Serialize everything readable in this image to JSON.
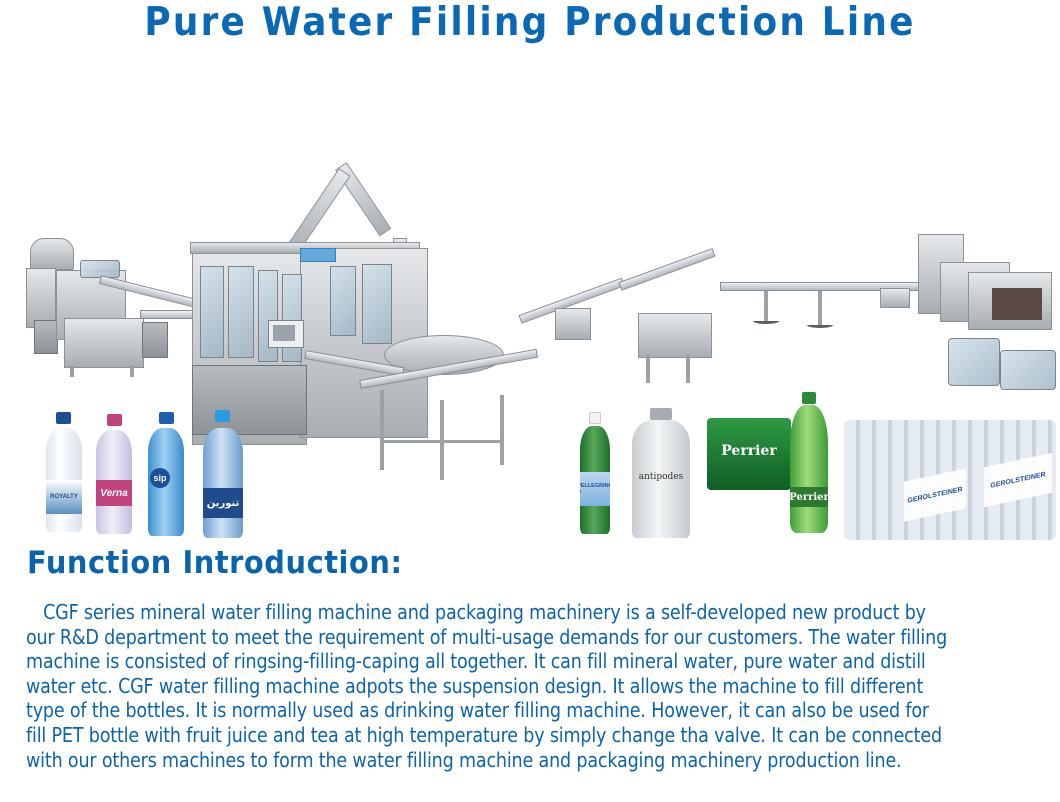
{
  "header": {
    "title": "Pure Water Filling Production Line"
  },
  "hero_image": {
    "description": "Pure water filling production line machinery with sample bottles",
    "machines": [
      "bottle-unscrambler",
      "air-conveyor",
      "rinsing-filling-capping-monoblock",
      "bottle-conveyor",
      "labeling-machine",
      "shrink-wrapping-machine"
    ],
    "bottles": [
      {
        "brand": "Royalty",
        "color": "#e8eef4",
        "cap": "#1f4f94"
      },
      {
        "brand": "Verna",
        "color": "#d9d6ec",
        "cap": "#c2437e"
      },
      {
        "brand": "sip",
        "color": "#5aa8de",
        "cap": "#1d5fae"
      },
      {
        "brand": "تنورين",
        "color": "#8fb7e0",
        "cap": "#2a9be0"
      },
      {
        "brand": "S.PELLEGRINO",
        "color": "#2f8a3a",
        "cap": "#f2f2f2"
      },
      {
        "brand": "antipodes",
        "color": "#dfe3e6",
        "cap": "#9aa0a4"
      },
      {
        "brand": "Perrier",
        "color": "#1c7a34",
        "cap": "#1c7a34"
      },
      {
        "brand": "Perrier",
        "color": "#4dab3e",
        "cap": "#2a8a38"
      },
      {
        "brand": "GEROLSTEINER",
        "color": "#e9eef3",
        "cap": "#c7ccd1"
      }
    ]
  },
  "section": {
    "heading": "Function Introduction:",
    "paragraph_lines": [
      "CGF series mineral water filling machine and packaging machinery is a self-developed new product by",
      "our R&D department to meet the requirement of multi-usage demands for our customers. The water filling",
      "machine is consisted of ringsing-filling-caping all together. It can fill mineral water, pure water and distill",
      "water etc. CGF water filling machine adpots the suspension design. It allows the machine to fill different",
      "type of the bottles. It is normally used as drinking water filling machine. However, it can also be used for",
      "fill PET bottle with fruit juice and tea at high temperature by simply change tha valve. It can be connected",
      "with our others machines to form the water filling machine and packaging machinery production line."
    ]
  },
  "colors": {
    "title": "#0a68b4",
    "text": "#0c63ad",
    "background": "#ffffff"
  }
}
